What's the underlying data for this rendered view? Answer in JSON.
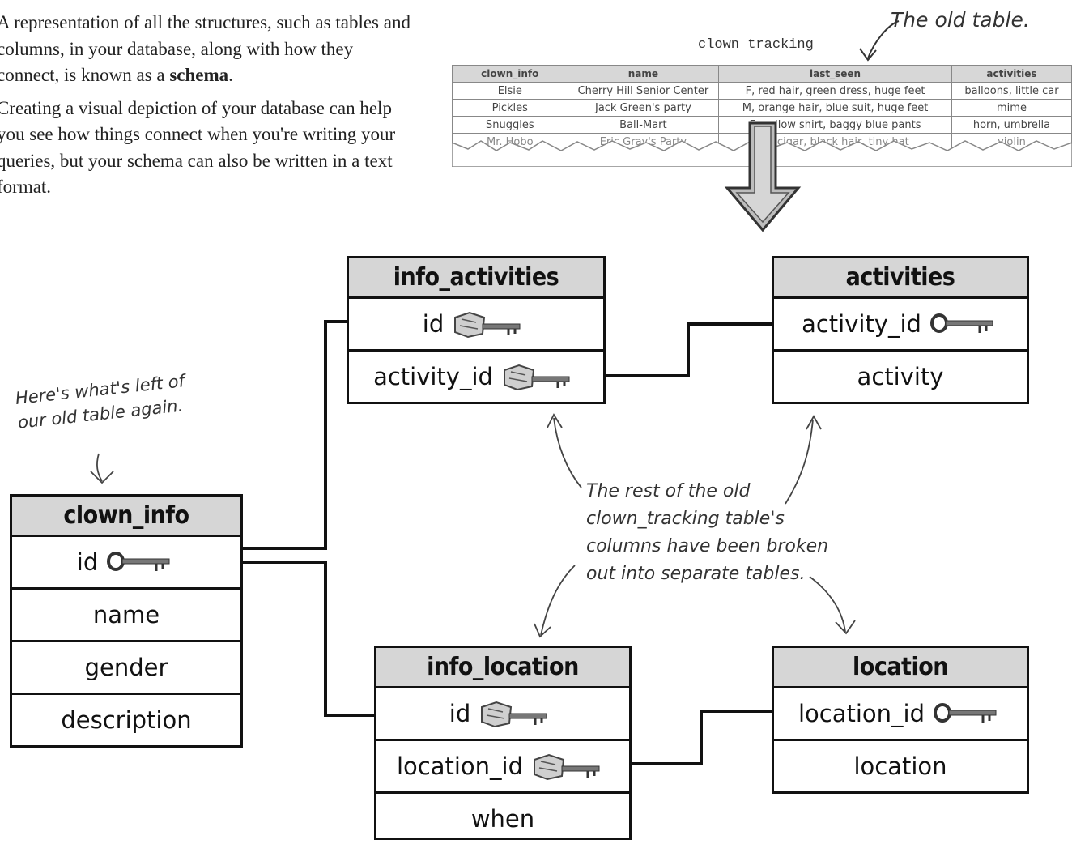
{
  "intro": {
    "p1_prefix": "A representation of all the structures, such as tables and columns, in your database, along with how they connect, is known as a ",
    "p1_bold": "schema",
    "p1_suffix": ".",
    "p2": "Creating a visual depiction of your database can help you see how things connect when you're writing your queries, but your schema can also be written in a text format."
  },
  "old_table": {
    "caption": "The old table.",
    "title": "clown_tracking",
    "columns": [
      "clown_info",
      "name",
      "last_seen",
      "activities"
    ],
    "rows": [
      [
        "Elsie",
        "Cherry Hill Senior Center",
        "F, red hair, green dress, huge feet",
        "balloons, little car"
      ],
      [
        "Pickles",
        "Jack Green's party",
        "M, orange hair, blue suit, huge feet",
        "mime"
      ],
      [
        "Snuggles",
        "Ball-Mart",
        "F, yellow shirt, baggy blue pants",
        "horn, umbrella"
      ]
    ],
    "torn_row": [
      "Mr. Hobo",
      "Eric Gray's Party",
      "M, cigar, black hair, tiny hat",
      "violin"
    ]
  },
  "entities": {
    "info_activities": {
      "name": "info_activities",
      "fields": [
        "id",
        "activity_id"
      ]
    },
    "activities": {
      "name": "activities",
      "fields": [
        "activity_id",
        "activity"
      ]
    },
    "clown_info": {
      "name": "clown_info",
      "fields": [
        "id",
        "name",
        "gender",
        "description"
      ]
    },
    "info_location": {
      "name": "info_location",
      "fields": [
        "id",
        "location_id",
        "when"
      ]
    },
    "location": {
      "name": "location",
      "fields": [
        "location_id",
        "location"
      ]
    }
  },
  "notes": {
    "left": [
      "Here's what's left of",
      "our old table again."
    ],
    "middle": [
      "The rest of the old",
      "clown_tracking table's",
      "columns have been broken",
      "out into separate tables."
    ]
  }
}
